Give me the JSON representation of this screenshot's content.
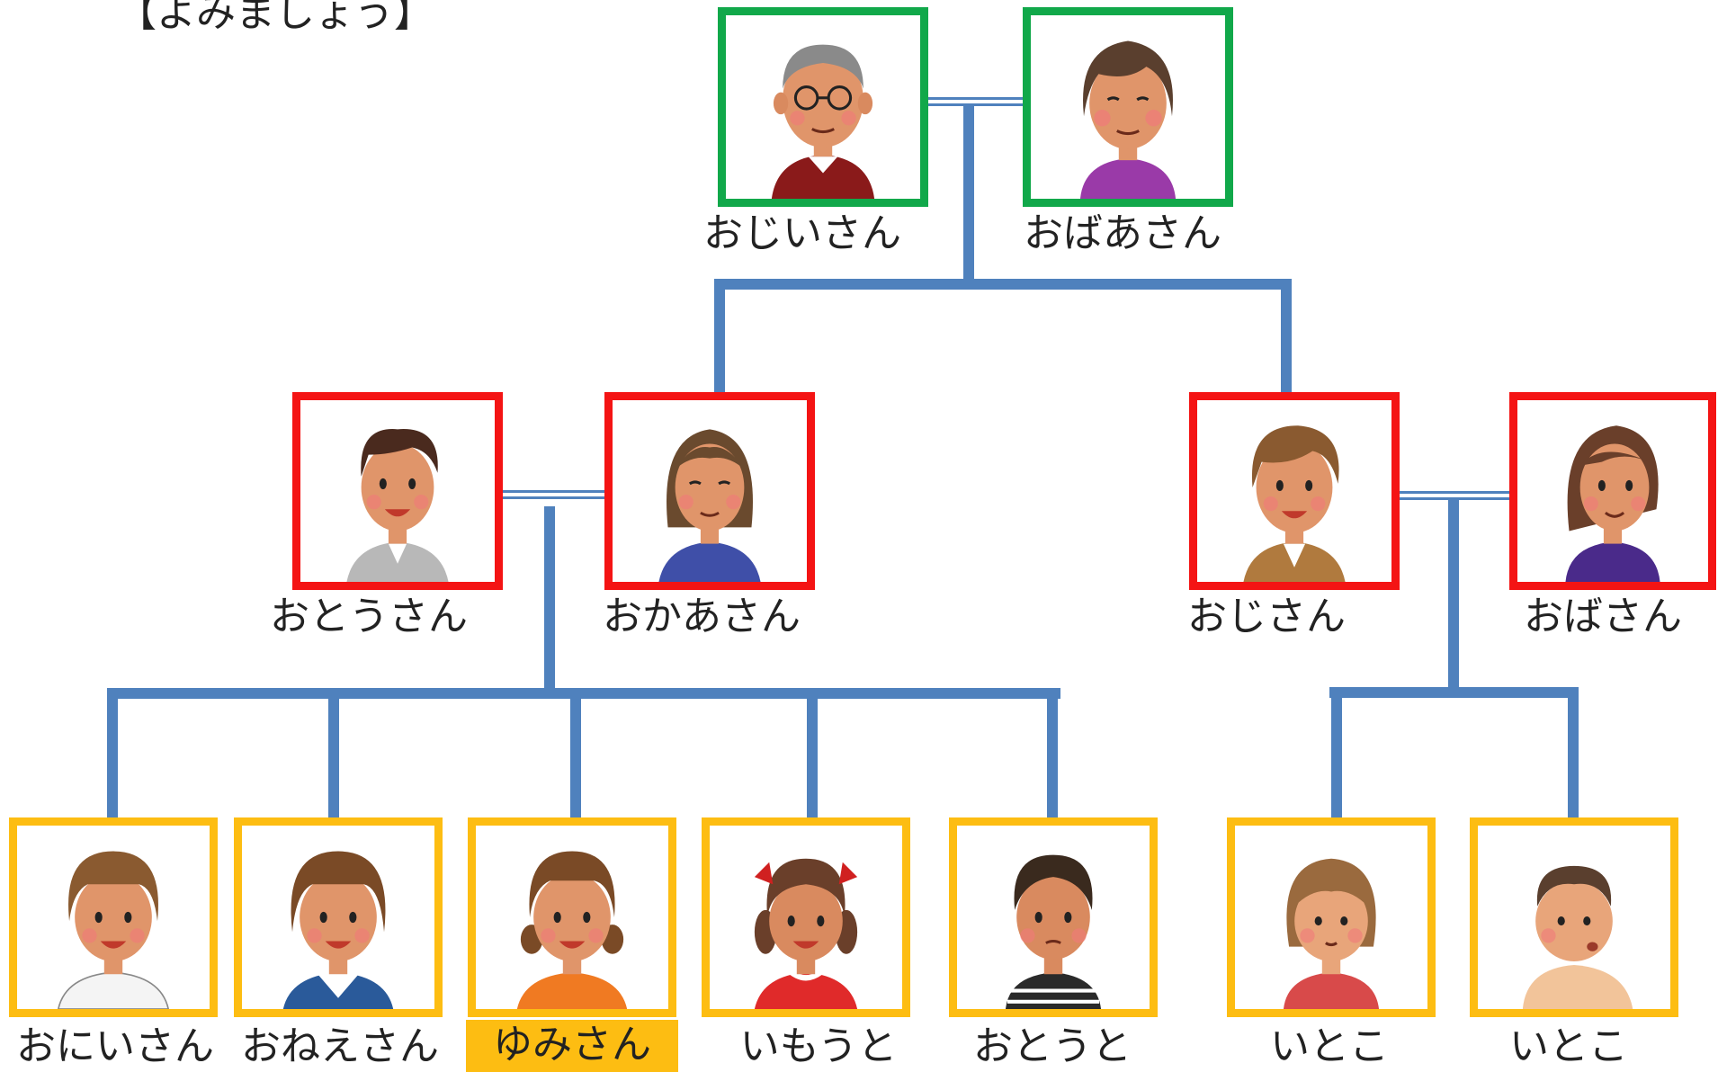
{
  "title": "【よみましょう】",
  "colors": {
    "grandparents_border": "#11a84a",
    "parents_border": "#f41414",
    "children_border": "#fdbd12",
    "connector": "#4f81bd",
    "highlight": "#fdbd12"
  },
  "grandparents": [
    {
      "label": "おじいさん",
      "icon": "grandfather-with-glasses"
    },
    {
      "label": "おばあさん",
      "icon": "grandmother"
    }
  ],
  "parents": [
    {
      "label": "おとうさん",
      "icon": "father"
    },
    {
      "label": "おかあさん",
      "icon": "mother"
    },
    {
      "label": "おじさん",
      "icon": "uncle"
    },
    {
      "label": "おばさん",
      "icon": "aunt"
    }
  ],
  "children": [
    {
      "label": "おにいさん",
      "icon": "older-brother"
    },
    {
      "label": "おねえさん",
      "icon": "older-sister"
    },
    {
      "label": "ゆみさん",
      "icon": "yumi",
      "highlighted": true
    },
    {
      "label": "いもうと",
      "icon": "younger-sister"
    },
    {
      "label": "おとうと",
      "icon": "younger-brother"
    },
    {
      "label": "いとこ",
      "icon": "cousin-girl"
    },
    {
      "label": "いとこ",
      "icon": "cousin-boy"
    }
  ]
}
